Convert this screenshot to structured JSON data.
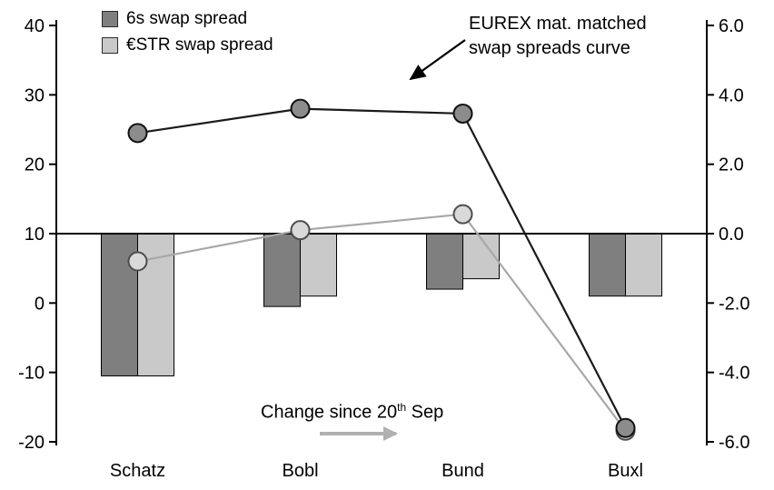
{
  "chart_data": {
    "type": "combo-bar-line",
    "categories": [
      "Schatz",
      "Bobl",
      "Bund",
      "Buxl"
    ],
    "left_axis": {
      "min": -20,
      "max": 40,
      "ticks": [
        "40",
        "30",
        "20",
        "10",
        "0",
        "-10",
        "-20"
      ]
    },
    "right_axis": {
      "min": -6,
      "max": 6,
      "ticks": [
        "6.0",
        "4.0",
        "2.0",
        "0.0",
        "-2.0",
        "-4.0",
        "-6.0"
      ]
    },
    "bar_series": [
      {
        "name": "6s swap spread change since 20th Sep",
        "axis": "right",
        "color": "#7f7f7f",
        "values": [
          -4.1,
          -2.1,
          -1.6,
          -1.8
        ]
      },
      {
        "name": "€STR swap spread change since 20th Sep",
        "axis": "right",
        "color": "#c9c9c9",
        "values": [
          -4.1,
          -1.8,
          -1.3,
          -1.8
        ]
      }
    ],
    "line_series": [
      {
        "name": "€STR mat. matched swap spreads curve",
        "axis": "left",
        "line_color": "#a8a8a8",
        "marker_fill": "#d9d9d9",
        "marker_stroke": "#4d4d4d",
        "values": [
          6.0,
          10.5,
          12.8,
          -18.4
        ]
      },
      {
        "name": "6s mat. matched swap spreads curve",
        "axis": "left",
        "line_color": "#1a1a1a",
        "marker_fill": "#8c8c8c",
        "marker_stroke": "#111111",
        "values": [
          24.5,
          28.0,
          27.3,
          -18.0
        ]
      }
    ],
    "legend": {
      "items": [
        {
          "label": "6s swap spread",
          "color": "#7f7f7f"
        },
        {
          "label": "€STR swap spread",
          "color": "#c9c9c9"
        }
      ]
    },
    "annotations": {
      "curve_label_lines": [
        "EUREX mat. matched",
        "swap spreads curve"
      ],
      "change_label": {
        "prefix": "Change since 20",
        "superscript": "th",
        "suffix": " Sep"
      }
    }
  }
}
